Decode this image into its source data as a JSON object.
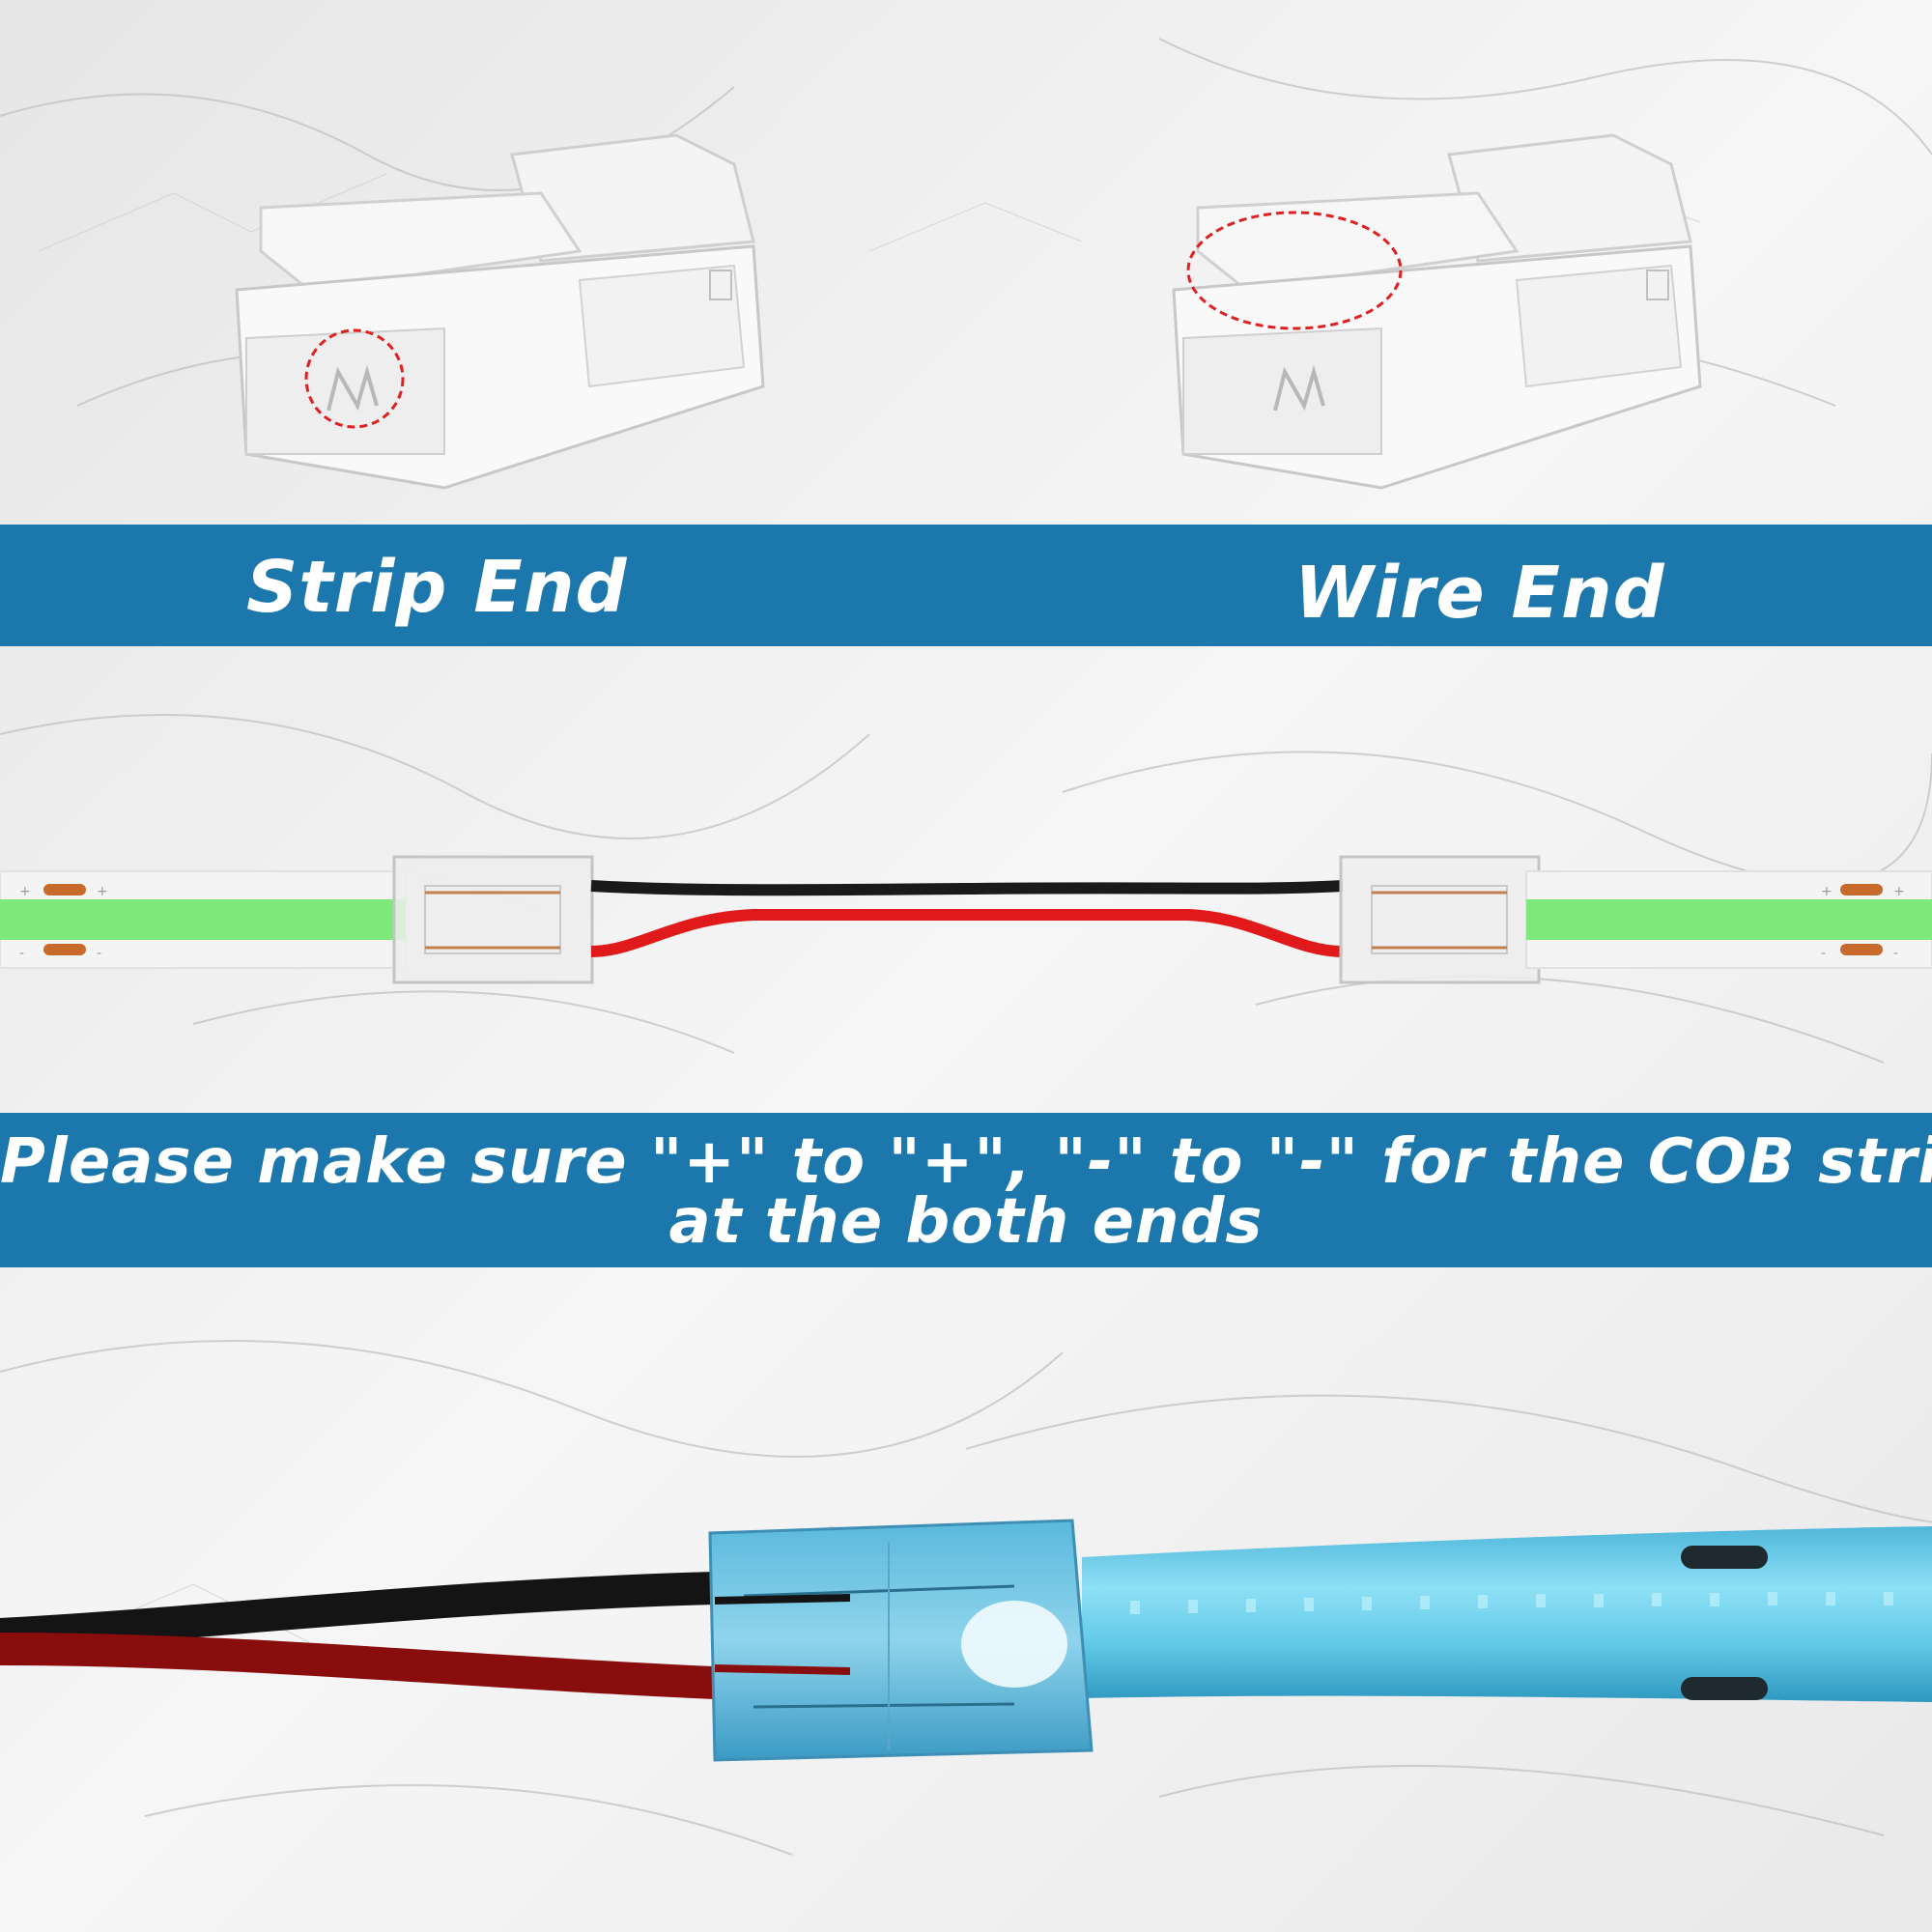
{
  "labels": {
    "strip_end": "Strip End",
    "wire_end": "Wire End"
  },
  "instruction": {
    "line1": "Please make sure \"+\" to \"+\", \"-\" to \"-\" for the COB strips",
    "line2": "at the both ends"
  },
  "strip_polarity": {
    "plus": "+",
    "minus": "-"
  },
  "colors": {
    "banner": "#1c77ad",
    "banner_text": "#ffffff",
    "strip_green": "#7ee87a",
    "strip_cyan": "#5cc7e6",
    "wire_red": "#e01a1a",
    "wire_black": "#1a1a1a",
    "highlight_circle": "#e02020"
  }
}
